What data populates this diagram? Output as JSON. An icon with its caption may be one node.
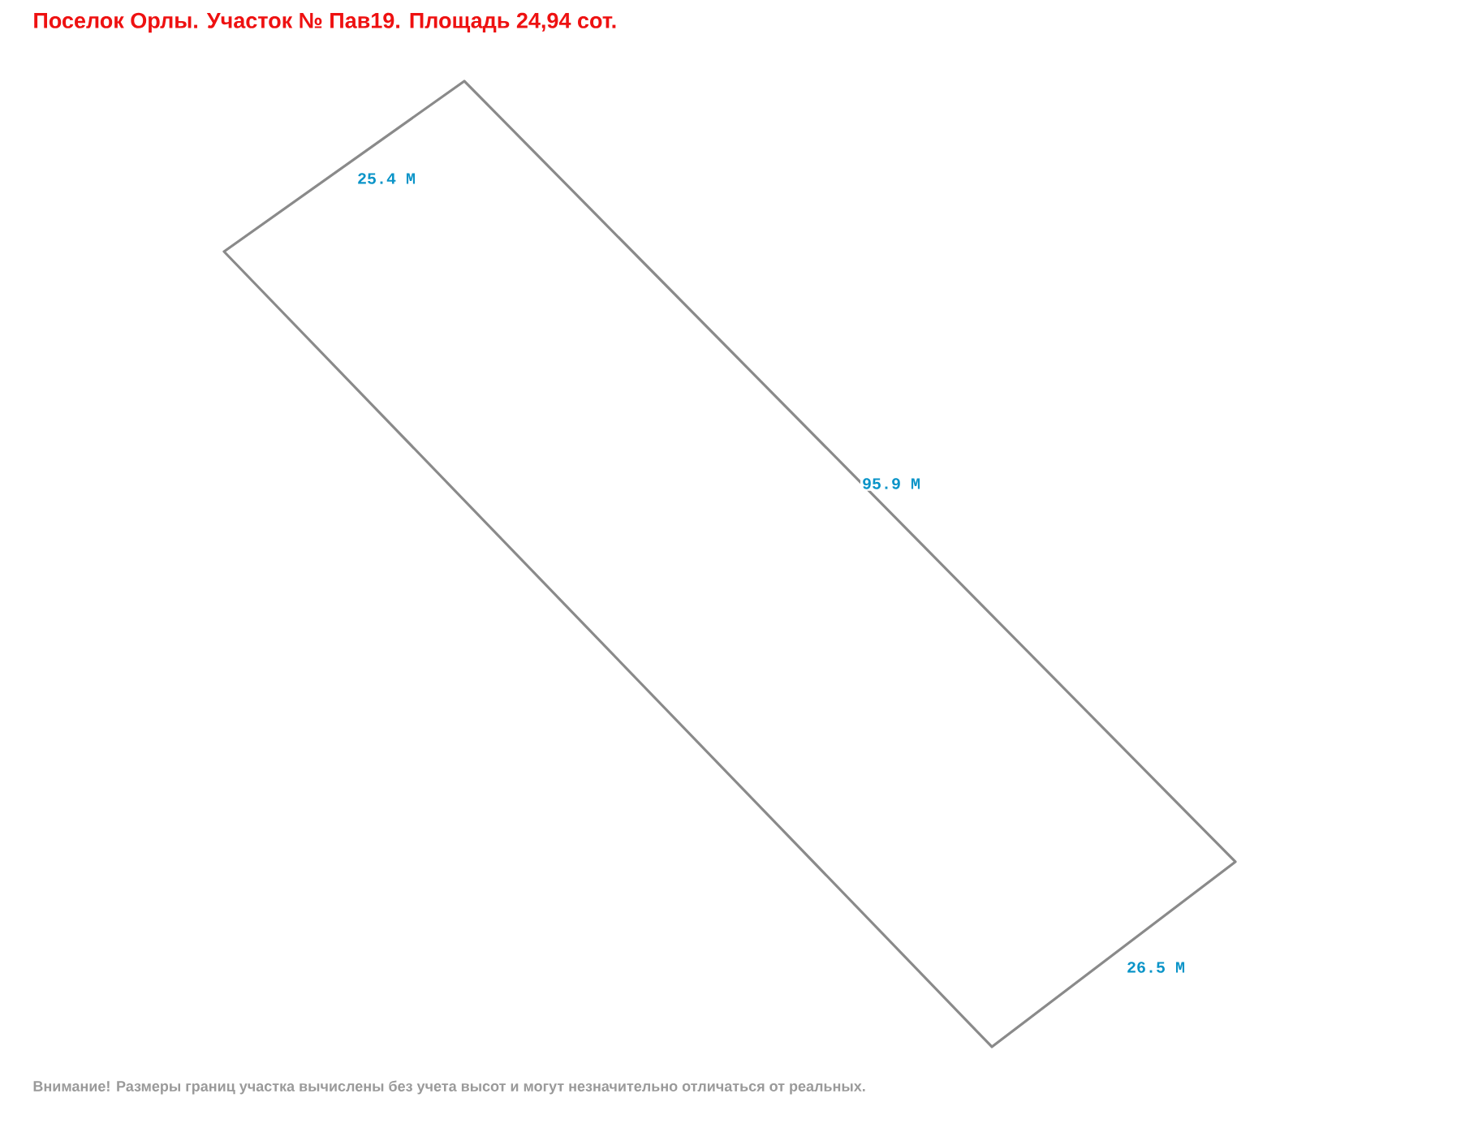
{
  "diagram": {
    "title": "Поселок Орлы. Участок № Пав19. Площадь 24,94 сот.",
    "labels": [
      "25.4 М",
      "95.9 М",
      "26.5 М"
    ],
    "caption": "Внимание! Размеры границ участка вычислены без учета высот и могут незначительно отличаться от реальных."
  }
}
